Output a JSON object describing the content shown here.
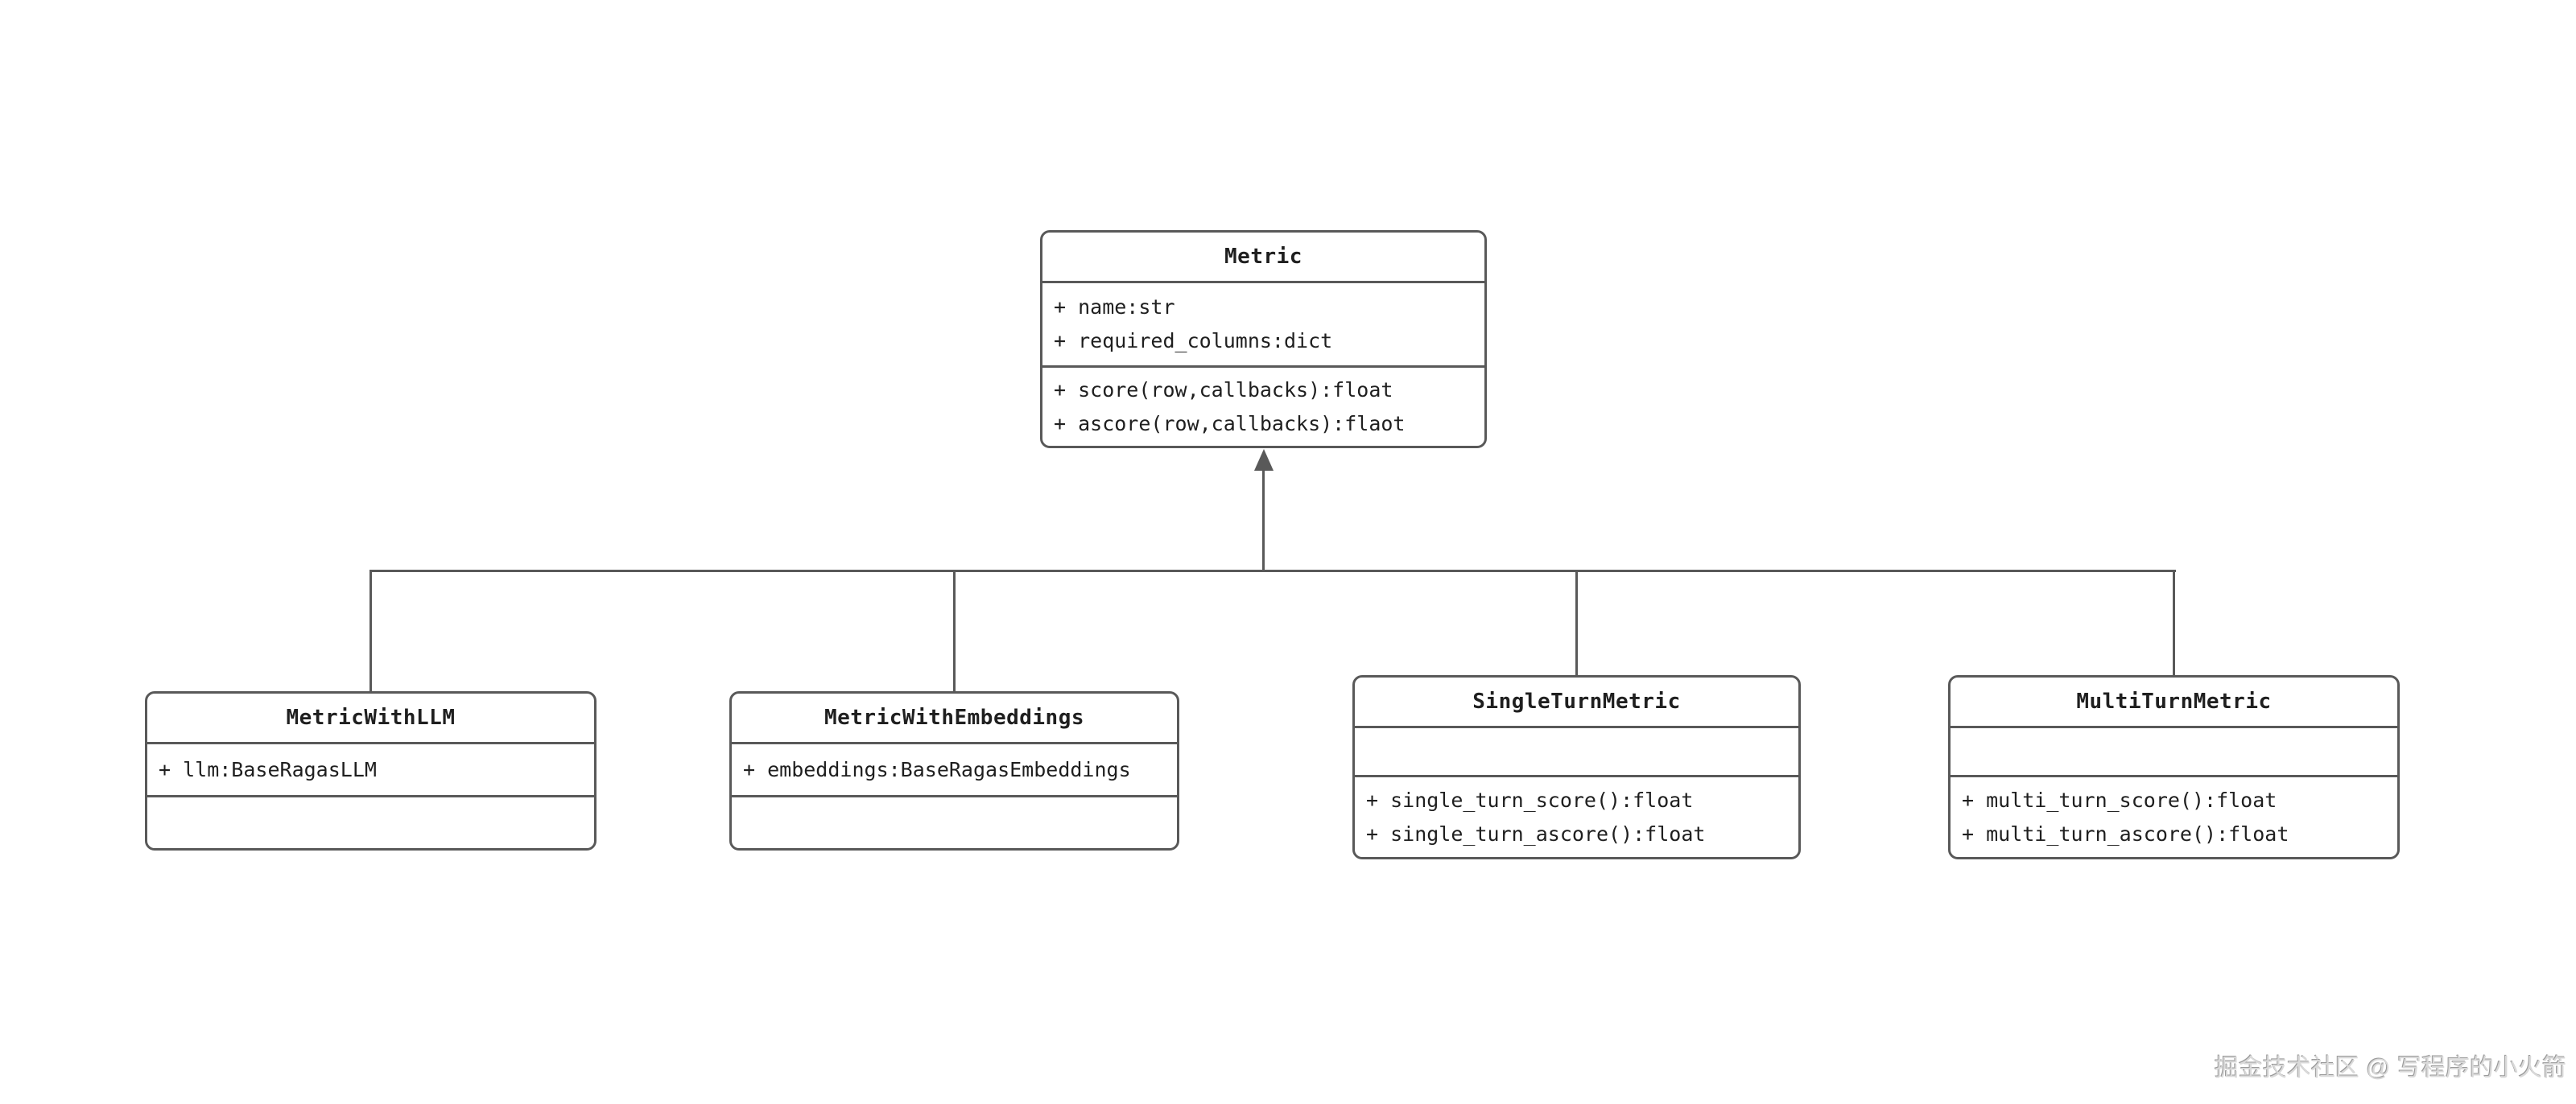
{
  "diagram": {
    "type": "uml-class-diagram",
    "classes": [
      {
        "name": "Metric",
        "attributes": [
          "+ name:str",
          "+ required_columns:dict"
        ],
        "methods": [
          "+ score(row,callbacks):float",
          "+ ascore(row,callbacks):flaot"
        ]
      },
      {
        "name": "MetricWithLLM",
        "attributes": [
          "+ llm:BaseRagasLLM"
        ],
        "methods": []
      },
      {
        "name": "MetricWithEmbeddings",
        "attributes": [
          "+ embeddings:BaseRagasEmbeddings"
        ],
        "methods": []
      },
      {
        "name": "SingleTurnMetric",
        "attributes": [],
        "methods": [
          "+ single_turn_score():float",
          "+ single_turn_ascore():float"
        ]
      },
      {
        "name": "MultiTurnMetric",
        "attributes": [],
        "methods": [
          "+ multi_turn_score():float",
          "+ multi_turn_ascore():float"
        ]
      }
    ],
    "relations": [
      {
        "type": "inheritance",
        "parent": "Metric",
        "children": [
          "MetricWithLLM",
          "MetricWithEmbeddings",
          "SingleTurnMetric",
          "MultiTurnMetric"
        ],
        "arrow_style": "filled-triangle-up"
      }
    ],
    "colors": {
      "line": "#595959",
      "text": "#1f1f1f",
      "background": "#ffffff",
      "watermark": "#d9d9d9"
    }
  },
  "watermark": {
    "text": "掘金技术社区 @ 写程序的小火箭"
  }
}
